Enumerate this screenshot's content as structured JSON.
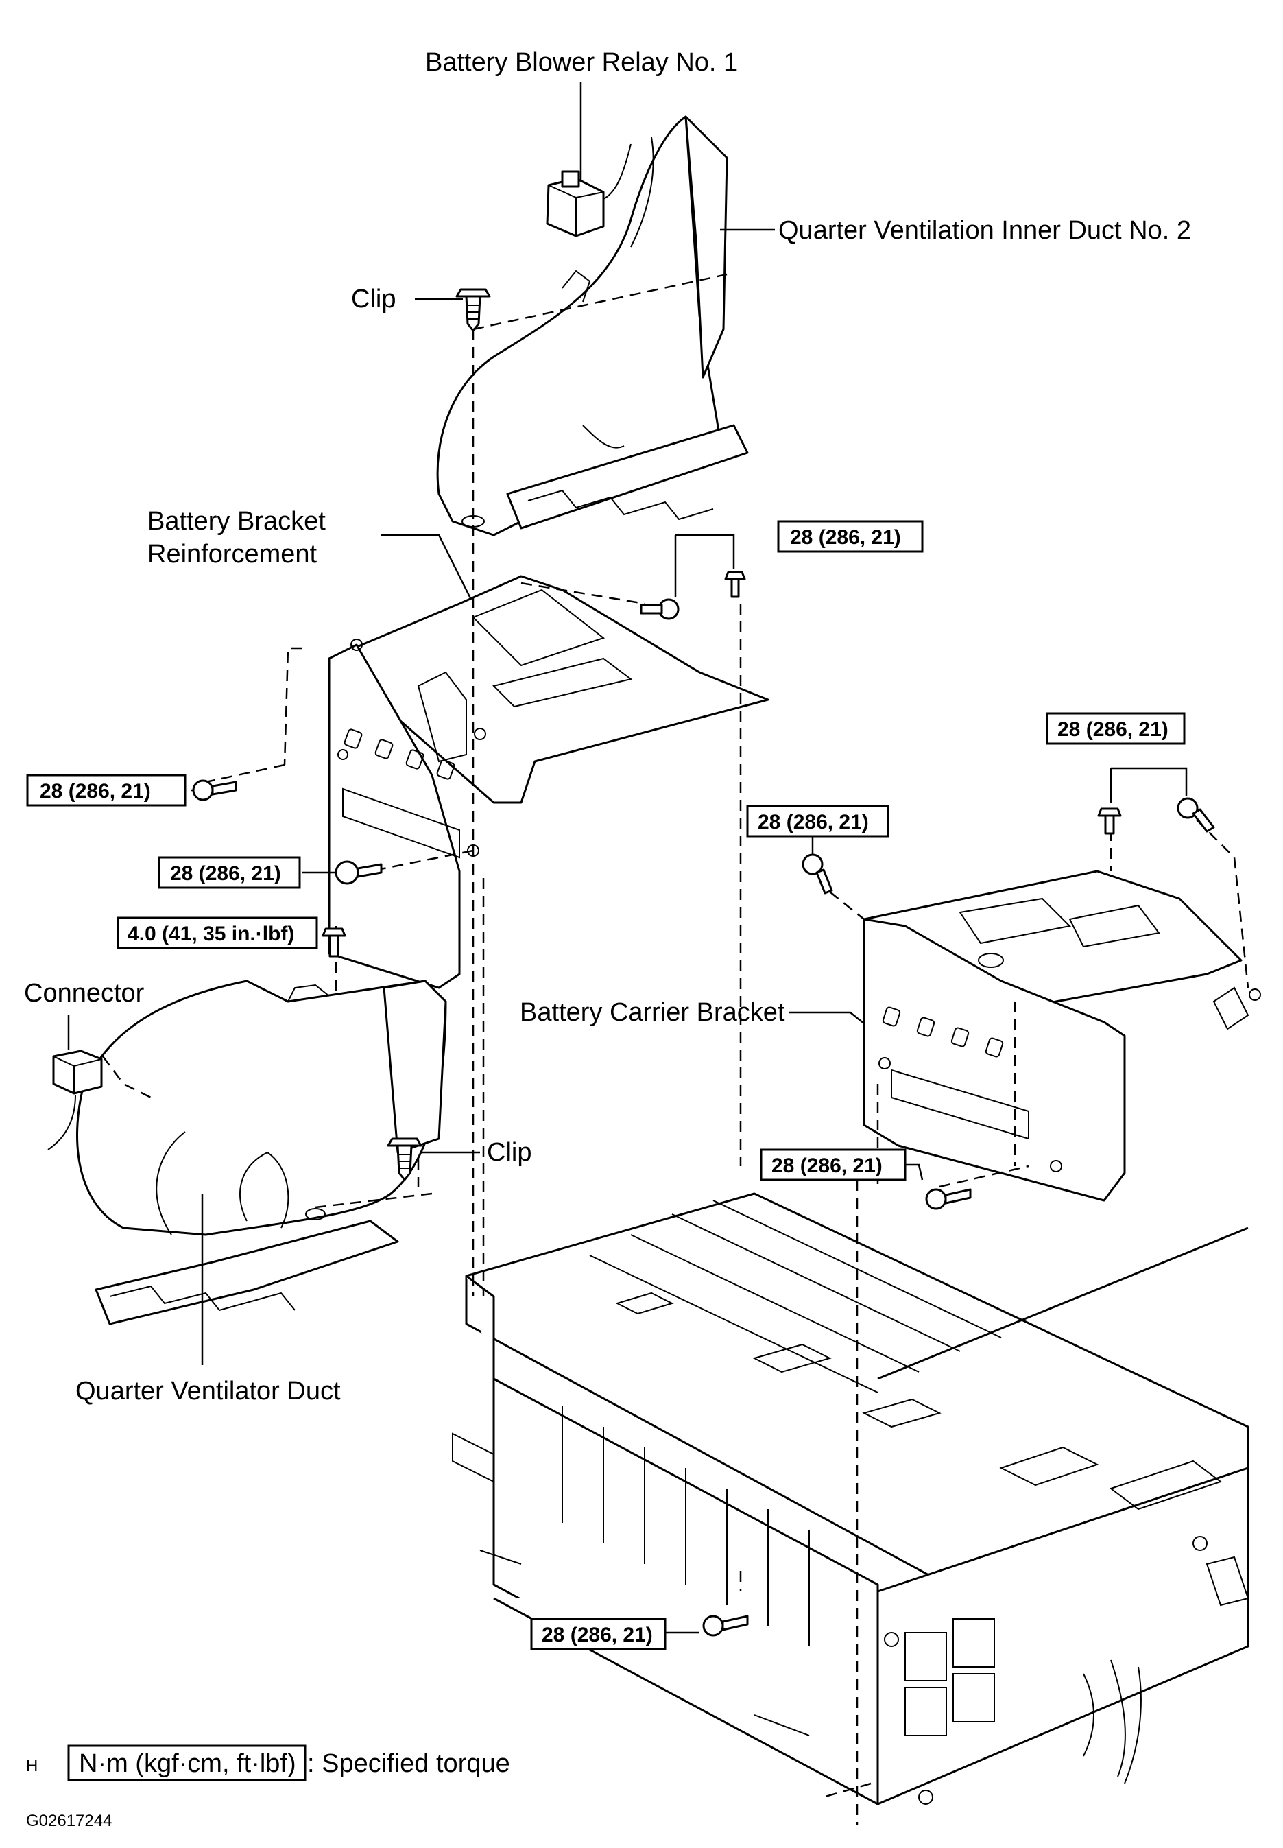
{
  "labels": {
    "battery_blower_relay": "Battery Blower Relay No. 1",
    "quarter_vent_inner_duct": "Quarter Ventilation Inner Duct No. 2",
    "clip_top": "Clip",
    "battery_bracket_reinforcement_1": "Battery Bracket",
    "battery_bracket_reinforcement_2": "Reinforcement",
    "connector": "Connector",
    "battery_carrier_bracket": "Battery Carrier Bracket",
    "clip_lower": "Clip",
    "quarter_ventilator_duct": "Quarter Ventilator Duct"
  },
  "torques": {
    "t1": "28 (286, 21)",
    "t2": "28 (286, 21)",
    "t3": "28 (286, 21)",
    "t4": "28 (286, 21)",
    "t5": "28 (286, 21)",
    "t6": "28 (286, 21)",
    "t7": "4.0 (41, 35 in.·lbf)",
    "t8": "28 (286, 21)"
  },
  "legend": {
    "marker": "H",
    "unit_box": "N·m (kgf·cm, ft·lbf)",
    "suffix": ": Specified torque"
  },
  "figure_code": "G02617244"
}
